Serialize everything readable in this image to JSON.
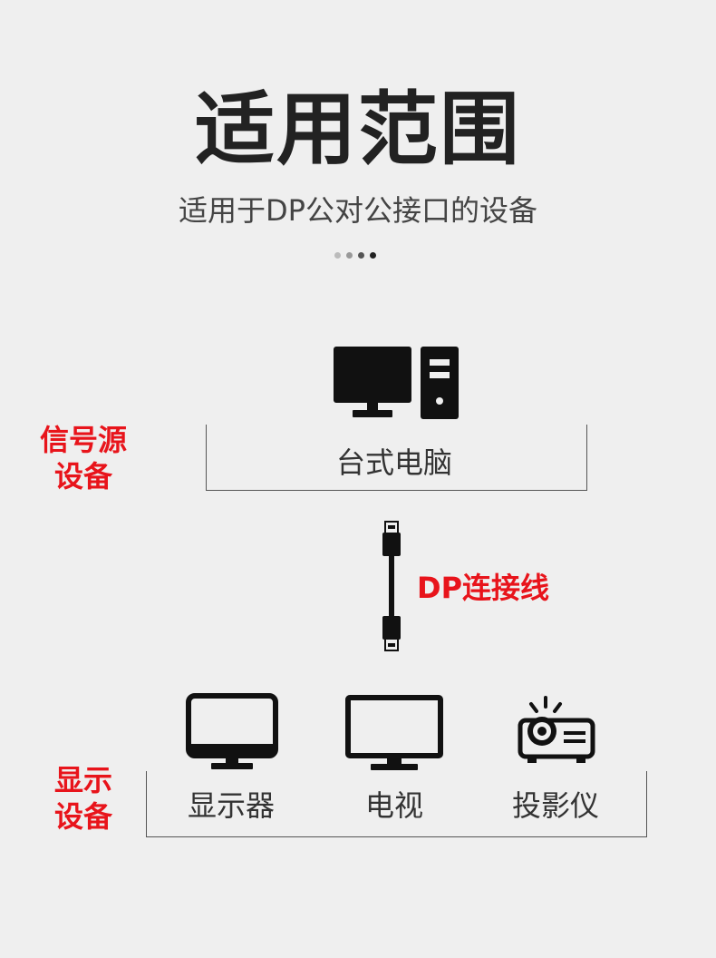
{
  "header": {
    "title": "适用范围",
    "subtitle": "适用于DP公对公接口的设备"
  },
  "dots": [
    "#bbbbbb",
    "#999999",
    "#555555",
    "#222222"
  ],
  "source": {
    "label_line1": "信号源",
    "label_line2": "设备",
    "device_label": "台式电脑"
  },
  "cable": {
    "label": "DP连接线"
  },
  "display": {
    "label_line1": "显示",
    "label_line2": "设备",
    "devices": [
      "显示器",
      "电视",
      "投影仪"
    ]
  },
  "colors": {
    "accent_red": "#e8141b",
    "icon_black": "#111111"
  },
  "icons": [
    "desktop-pc-icon",
    "dp-cable-icon",
    "monitor-icon",
    "tv-icon",
    "projector-icon"
  ]
}
